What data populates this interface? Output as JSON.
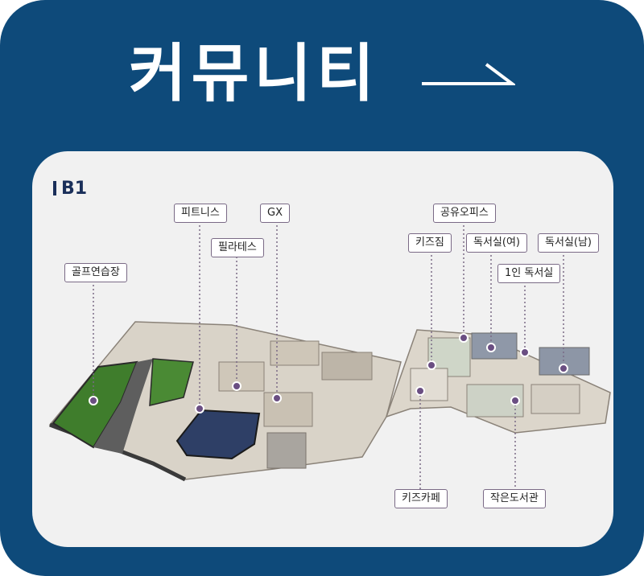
{
  "header": {
    "title": "커뮤니티",
    "arrow_icon": "arrow-right-icon",
    "background_color": "#0e4a7a",
    "text_color": "#ffffff"
  },
  "map": {
    "floor": "B1",
    "accent_color": "#6a4e82",
    "facilities": [
      {
        "id": "golf",
        "label": "골프연습장"
      },
      {
        "id": "fitness",
        "label": "피트니스"
      },
      {
        "id": "pilates",
        "label": "필라테스"
      },
      {
        "id": "gx",
        "label": "GX"
      },
      {
        "id": "kids-gym",
        "label": "키즈짐"
      },
      {
        "id": "shared-office",
        "label": "공유오피스"
      },
      {
        "id": "reading-female",
        "label": "독서실(여)"
      },
      {
        "id": "reading-male",
        "label": "독서실(남)"
      },
      {
        "id": "single-reading",
        "label": "1인 독서실"
      },
      {
        "id": "kids-cafe",
        "label": "키즈카페"
      },
      {
        "id": "small-library",
        "label": "작은도서관"
      }
    ]
  }
}
